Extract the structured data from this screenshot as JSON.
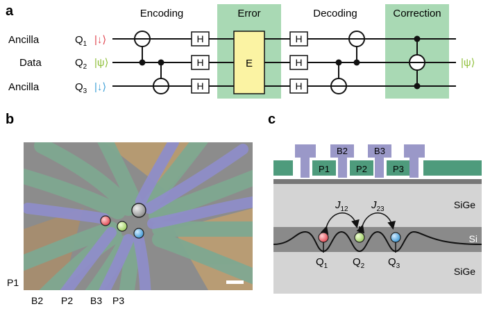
{
  "panel_a": {
    "label": "a",
    "stages": {
      "encoding": "Encoding",
      "error": "Error",
      "decoding": "Decoding",
      "correction": "Correction"
    },
    "rows": [
      {
        "role": "Ancilla",
        "q": "Q",
        "sub": "1",
        "ket": "|↓⟩",
        "ket_color": "#e0454f"
      },
      {
        "role": "Data",
        "q": "Q",
        "sub": "2",
        "ket": "|ψ⟩",
        "ket_color": "#8fbf3a"
      },
      {
        "role": "Ancilla",
        "q": "Q",
        "sub": "3",
        "ket": "|↓⟩",
        "ket_color": "#3d9fd6"
      }
    ],
    "hadamard": "H",
    "error_gate": "E",
    "output_ket": "|ψ⟩",
    "output_ket_color": "#8fbf3a",
    "highlight_color": "#a9d9b4",
    "error_box_color": "#fbf3a3"
  },
  "panel_b": {
    "label": "b",
    "labels": {
      "p1": "P1",
      "b2": "B2",
      "p2": "P2",
      "b3": "B3",
      "p3": "P3"
    },
    "dot_colors": [
      "#ef6b6f",
      "#b7e08a",
      "#6fb6e6",
      "#9b9b9b"
    ]
  },
  "panel_c": {
    "label": "c",
    "gates": {
      "p1": "P1",
      "p2": "P2",
      "p3": "P3",
      "b2": "B2",
      "b3": "B3"
    },
    "couplings": {
      "j12": "J",
      "j12_sub": "12",
      "j23": "J",
      "j23_sub": "23"
    },
    "layers": {
      "top": "SiGe",
      "well": "Si",
      "bottom": "SiGe"
    },
    "qubits": [
      {
        "q": "Q",
        "sub": "1",
        "color": "#e8545c"
      },
      {
        "q": "Q",
        "sub": "2",
        "color": "#a8d676"
      },
      {
        "q": "Q",
        "sub": "3",
        "color": "#4aa8e0"
      }
    ],
    "colors": {
      "plunger": "#4e9b7c",
      "barrier": "#9a98c8",
      "sige": "#d4d4d4",
      "si": "#8a8a8a"
    }
  }
}
